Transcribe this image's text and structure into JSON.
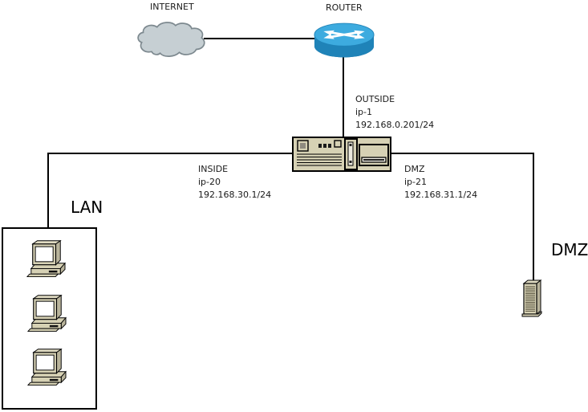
{
  "nodes": {
    "internet": {
      "label": "INTERNET",
      "icon": "cloud-icon"
    },
    "router": {
      "label": "ROUTER",
      "icon": "router-icon"
    },
    "firewall": {
      "icon": "firewall-appliance-icon"
    },
    "lan": {
      "label": "LAN",
      "host_icon": "workstation-icon",
      "host_count": 3
    },
    "dmz": {
      "label": "DMZ",
      "icon": "server-tower-icon"
    }
  },
  "interfaces": {
    "outside": {
      "name": "OUTSIDE",
      "port": "ip-1",
      "address": "192.168.0.201/24"
    },
    "inside": {
      "name": "INSIDE",
      "port": "ip-20",
      "address": "192.168.30.1/24"
    },
    "dmz": {
      "name": "DMZ",
      "port": "ip-21",
      "address": "192.168.31.1/24"
    }
  },
  "colors": {
    "background": "#ffffff",
    "line": "#000000",
    "cloud_fill": "#c6cfd3",
    "cloud_stroke": "#7d898f",
    "router_top": "#3dabdf",
    "router_side": "#1f83b8",
    "router_base": "#14618c",
    "device_beige": "#d6d1b4",
    "device_beige_light": "#e0dbc2",
    "device_beige_dark": "#b9b49b",
    "screen_white": "#ffffff"
  }
}
